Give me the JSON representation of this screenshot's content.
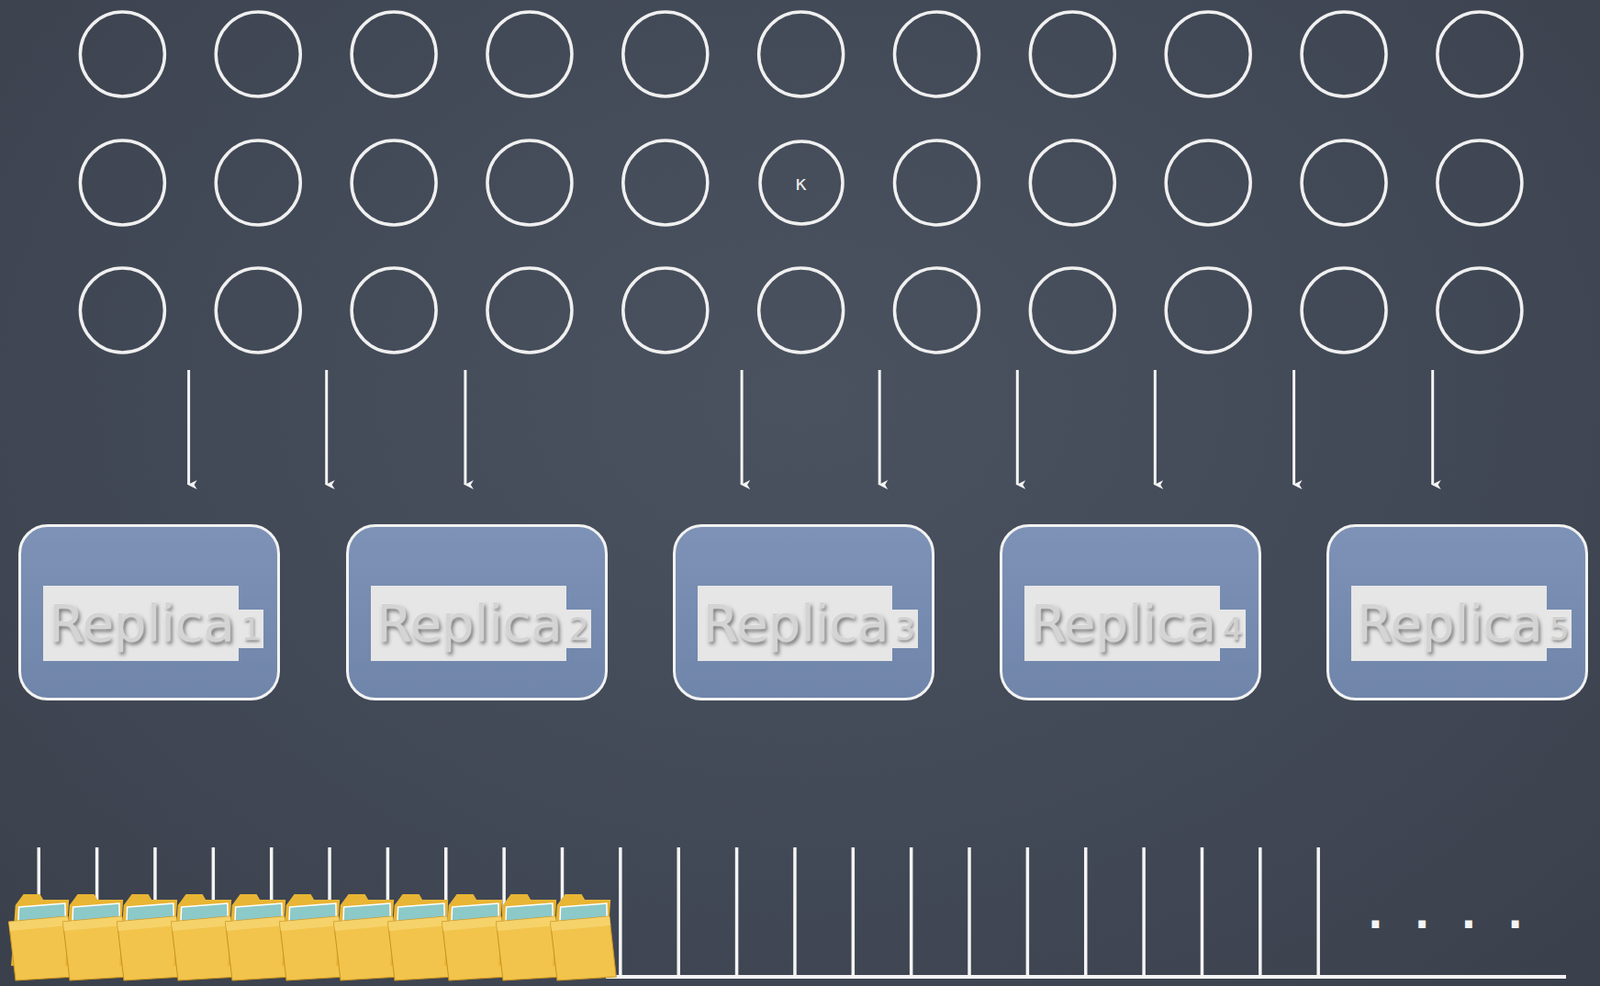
{
  "diagram": {
    "nodes": [
      {
        "text": [
          "κ"
        ]
      },
      {
        "text": [
          "Replica",
          "1"
        ]
      },
      {
        "text": [
          "Replica",
          "2"
        ]
      },
      {
        "text": [
          "Replica",
          "3"
        ]
      },
      {
        "text": [
          "Replica",
          "4"
        ]
      },
      {
        "text": [
          "Replica",
          "5"
        ]
      }
    ],
    "labels": [
      "...."
    ]
  }
}
